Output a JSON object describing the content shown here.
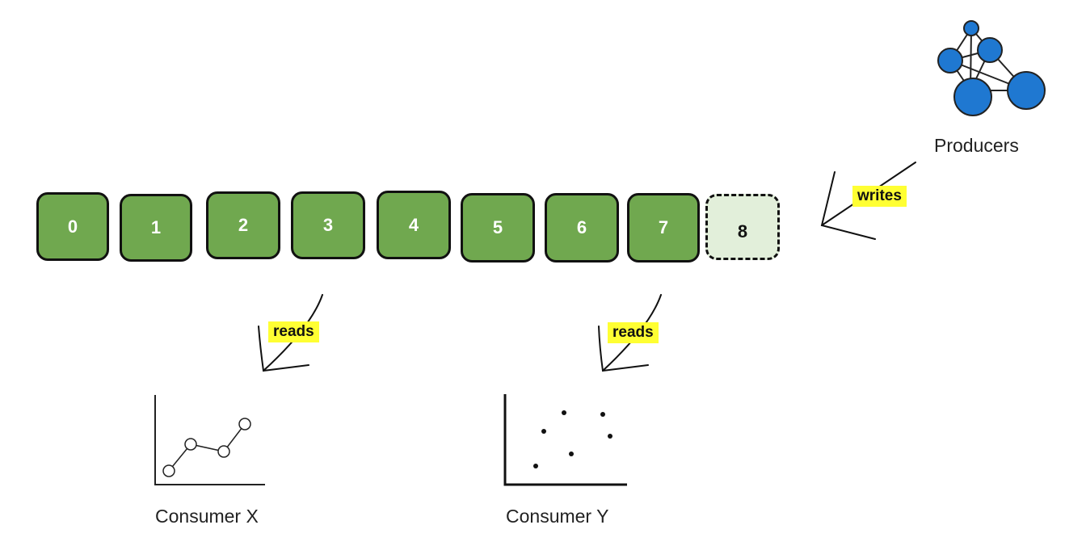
{
  "log": {
    "cells": [
      {
        "label": "0",
        "state": "committed"
      },
      {
        "label": "1",
        "state": "committed"
      },
      {
        "label": "2",
        "state": "committed"
      },
      {
        "label": "3",
        "state": "committed"
      },
      {
        "label": "4",
        "state": "committed"
      },
      {
        "label": "5",
        "state": "committed"
      },
      {
        "label": "6",
        "state": "committed"
      },
      {
        "label": "7",
        "state": "committed"
      },
      {
        "label": "8",
        "state": "pending"
      }
    ],
    "colors": {
      "committed": "#70a84f",
      "pending": "#e2efda",
      "highlight": "#ffff33",
      "node": "#1f78d1"
    }
  },
  "producers": {
    "label": "Producers",
    "icon": "network-graph-icon",
    "arrow_label": "writes"
  },
  "consumers": [
    {
      "label": "Consumer X",
      "icon": "line-chart-icon",
      "arrow_label": "reads"
    },
    {
      "label": "Consumer Y",
      "icon": "scatter-chart-icon",
      "arrow_label": "reads"
    }
  ]
}
